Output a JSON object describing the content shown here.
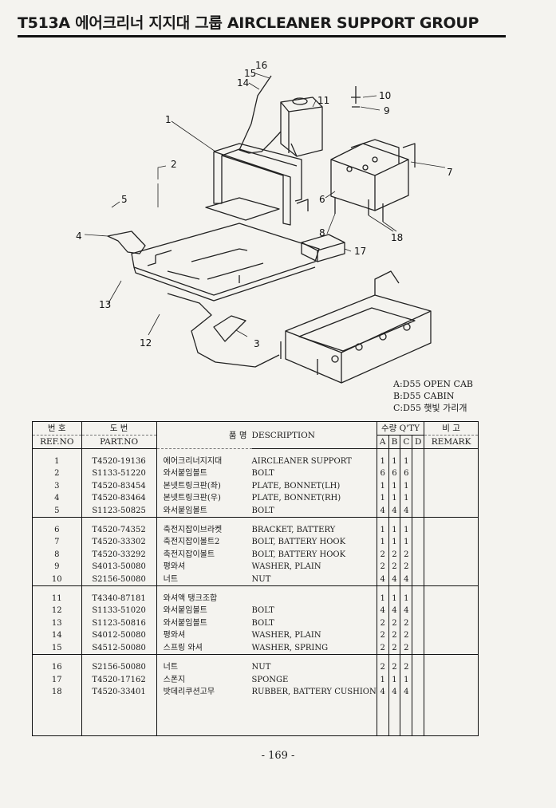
{
  "page": {
    "title": "T513A 에어크리너 지지대 그룹 AIRCLEANER SUPPORT GROUP",
    "page_number": "- 169 -"
  },
  "legend": [
    "A:D55 OPEN CAB",
    "B:D55 CABIN",
    "C:D55 햇빛 가리개"
  ],
  "callouts": [
    "1",
    "2",
    "3",
    "4",
    "5",
    "6",
    "7",
    "8",
    "9",
    "10",
    "11",
    "12",
    "13",
    "14",
    "15",
    "16",
    "17",
    "18"
  ],
  "table": {
    "headers": {
      "ref_ko": "번 호",
      "ref_en": "REF.NO",
      "part_ko": "도 번",
      "part_en": "PART.NO",
      "name_ko": "품 명",
      "description": "DESCRIPTION",
      "qty_ko": "수량",
      "qty_en": "Q'TY",
      "remark_ko": "비 고",
      "remark_en": "REMARK",
      "qty_cols": [
        "A",
        "B",
        "C",
        "D"
      ]
    },
    "rows": [
      {
        "ref": "1",
        "part": "T4520-19136",
        "ko": "에어크리너지지대",
        "desc": "AIRCLEANER SUPPORT",
        "a": "1",
        "b": "1",
        "c": "1",
        "d": ""
      },
      {
        "ref": "2",
        "part": "S1133-51220",
        "ko": "와서붙임볼트",
        "desc": "BOLT",
        "a": "6",
        "b": "6",
        "c": "6",
        "d": ""
      },
      {
        "ref": "3",
        "part": "T4520-83454",
        "ko": "본넷트링크판(좌)",
        "desc": "PLATE, BONNET(LH)",
        "a": "1",
        "b": "1",
        "c": "1",
        "d": ""
      },
      {
        "ref": "4",
        "part": "T4520-83464",
        "ko": "본넷트링크판(우)",
        "desc": "PLATE, BONNET(RH)",
        "a": "1",
        "b": "1",
        "c": "1",
        "d": ""
      },
      {
        "ref": "5",
        "part": "S1123-50825",
        "ko": "와서붙임볼트",
        "desc": "BOLT",
        "a": "4",
        "b": "4",
        "c": "4",
        "d": ""
      },
      {
        "ref": "6",
        "part": "T4520-74352",
        "ko": "축전지잡이브라켓",
        "desc": "BRACKET, BATTERY",
        "a": "1",
        "b": "1",
        "c": "1",
        "d": ""
      },
      {
        "ref": "7",
        "part": "T4520-33302",
        "ko": "축전지잡이볼트2",
        "desc": "BOLT, BATTERY HOOK",
        "a": "1",
        "b": "1",
        "c": "1",
        "d": ""
      },
      {
        "ref": "8",
        "part": "T4520-33292",
        "ko": "축전지잡이볼트",
        "desc": "BOLT, BATTERY HOOK",
        "a": "2",
        "b": "2",
        "c": "2",
        "d": ""
      },
      {
        "ref": "9",
        "part": "S4013-50080",
        "ko": "평와셔",
        "desc": "WASHER, PLAIN",
        "a": "2",
        "b": "2",
        "c": "2",
        "d": ""
      },
      {
        "ref": "10",
        "part": "S2156-50080",
        "ko": "너트",
        "desc": "NUT",
        "a": "4",
        "b": "4",
        "c": "4",
        "d": ""
      },
      {
        "ref": "11",
        "part": "T4340-87181",
        "ko": "와셔액 탱크조합",
        "desc": "",
        "a": "1",
        "b": "1",
        "c": "1",
        "d": ""
      },
      {
        "ref": "12",
        "part": "S1133-51020",
        "ko": "와서붙임볼트",
        "desc": "BOLT",
        "a": "4",
        "b": "4",
        "c": "4",
        "d": ""
      },
      {
        "ref": "13",
        "part": "S1123-50816",
        "ko": "와서붙임볼트",
        "desc": "BOLT",
        "a": "2",
        "b": "2",
        "c": "2",
        "d": ""
      },
      {
        "ref": "14",
        "part": "S4012-50080",
        "ko": "평와셔",
        "desc": "WASHER, PLAIN",
        "a": "2",
        "b": "2",
        "c": "2",
        "d": ""
      },
      {
        "ref": "15",
        "part": "S4512-50080",
        "ko": "스프링 와셔",
        "desc": "WASHER, SPRING",
        "a": "2",
        "b": "2",
        "c": "2",
        "d": ""
      },
      {
        "ref": "16",
        "part": "S2156-50080",
        "ko": "너트",
        "desc": "NUT",
        "a": "2",
        "b": "2",
        "c": "2",
        "d": ""
      },
      {
        "ref": "17",
        "part": "T4520-17162",
        "ko": "스폰지",
        "desc": "SPONGE",
        "a": "1",
        "b": "1",
        "c": "1",
        "d": ""
      },
      {
        "ref": "18",
        "part": "T4520-33401",
        "ko": "밧데리쿠션고무",
        "desc": "RUBBER, BATTERY CUSHION",
        "a": "4",
        "b": "4",
        "c": "4",
        "d": ""
      }
    ]
  }
}
